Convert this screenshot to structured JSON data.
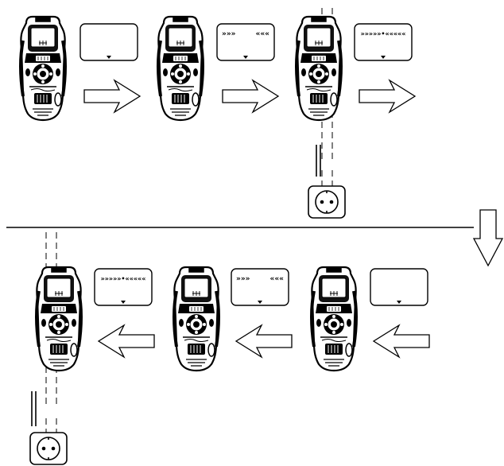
{
  "figure": {
    "background": "#ffffff",
    "ink": "#000000",
    "rows": [
      {
        "name": "top-row",
        "steps": [
          {
            "name": "step-1",
            "display_text": "",
            "sensor_center": false,
            "flow": "right"
          },
          {
            "name": "step-2",
            "display_text": "»»»        «««",
            "sensor_center": false,
            "flow": "right"
          },
          {
            "name": "step-3",
            "display_text": "»»»»»•«««««",
            "sensor_center": true,
            "flow": "right"
          }
        ],
        "has_socket": true
      },
      {
        "name": "bottom-row",
        "steps": [
          {
            "name": "step-4",
            "display_text": "",
            "sensor_center": false,
            "flow": "left"
          },
          {
            "name": "step-5",
            "display_text": "»»»        «««",
            "sensor_center": false,
            "flow": "left"
          },
          {
            "name": "step-6",
            "display_text": "»»»»»•«««««",
            "sensor_center": true,
            "flow": "left"
          }
        ],
        "has_socket": true
      }
    ],
    "separator": true,
    "row_change_arrow": "down",
    "icons": [
      "detector-device-icon",
      "lcd-display-icon",
      "outline-arrow-icon",
      "wall-socket-icon",
      "hidden-cable-icon"
    ]
  }
}
